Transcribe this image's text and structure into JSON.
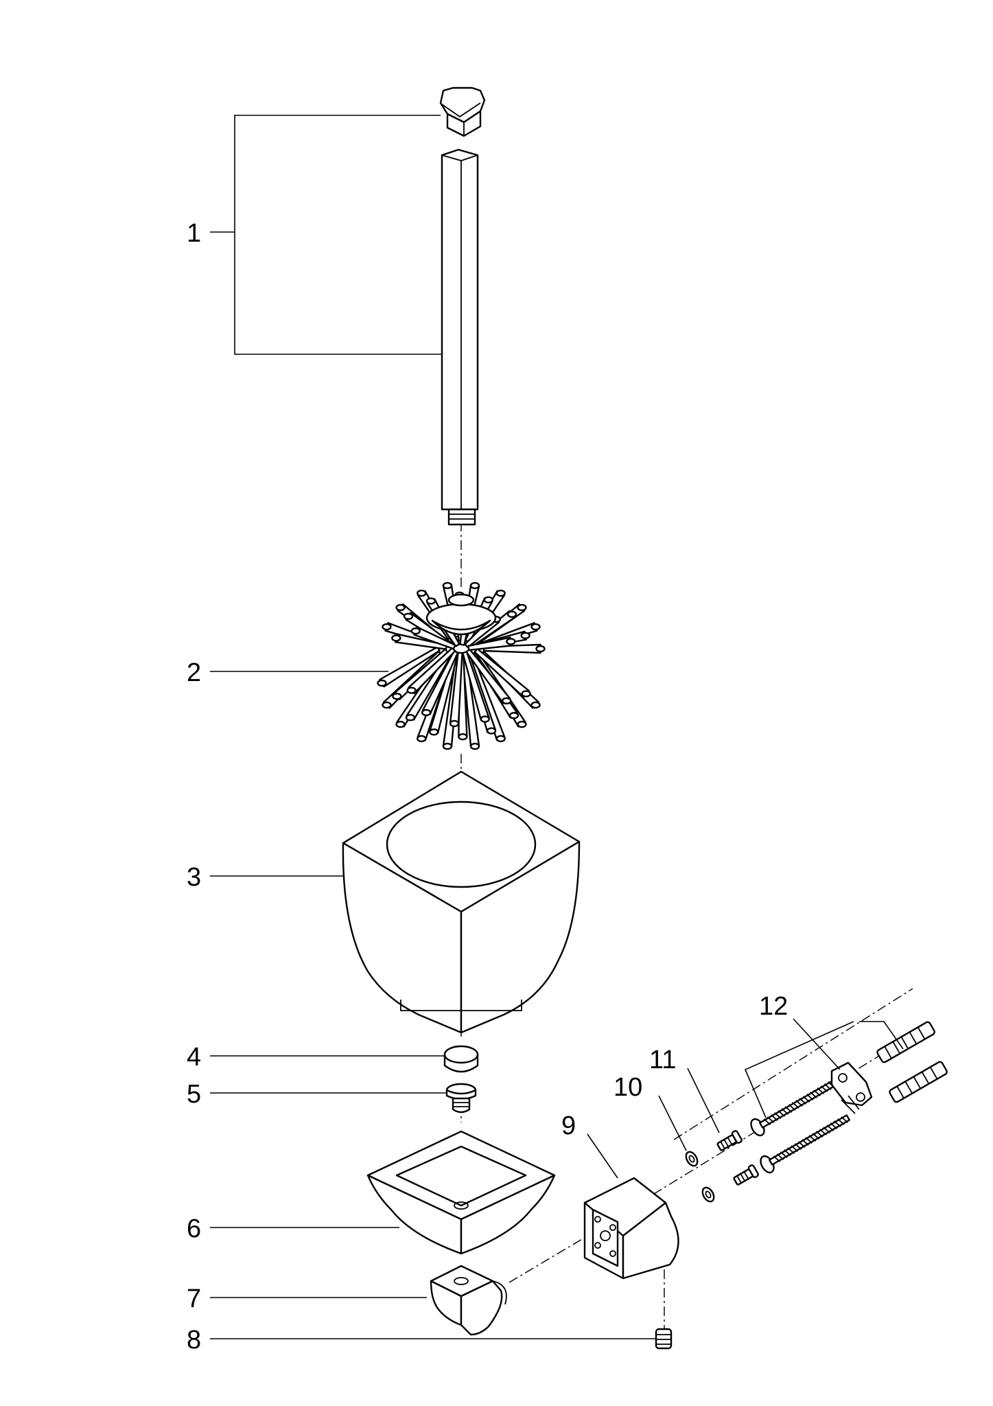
{
  "diagram": {
    "kind": "exploded-parts-view",
    "line_color": "#000000",
    "background": "#ffffff",
    "callouts": [
      {
        "id": "1",
        "label": "1"
      },
      {
        "id": "2",
        "label": "2"
      },
      {
        "id": "3",
        "label": "3"
      },
      {
        "id": "4",
        "label": "4"
      },
      {
        "id": "5",
        "label": "5"
      },
      {
        "id": "6",
        "label": "6"
      },
      {
        "id": "7",
        "label": "7"
      },
      {
        "id": "8",
        "label": "8"
      },
      {
        "id": "9",
        "label": "9"
      },
      {
        "id": "10",
        "label": "10"
      },
      {
        "id": "11",
        "label": "11"
      },
      {
        "id": "12",
        "label": "12"
      }
    ]
  }
}
